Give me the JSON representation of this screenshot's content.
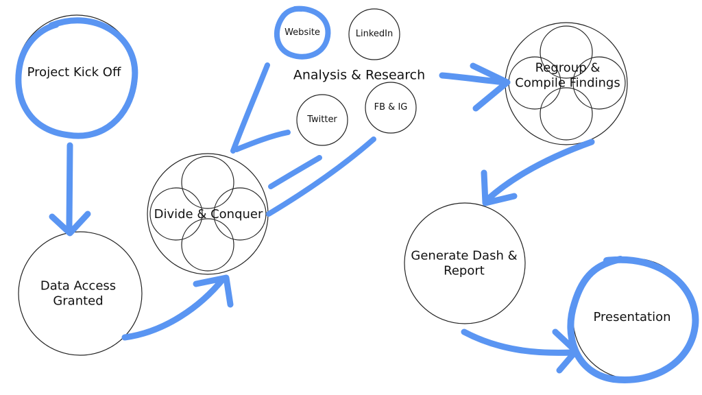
{
  "diagram": {
    "project_kick_off": "Project Kick Off",
    "data_access_granted": "Data Access\nGranted",
    "divide_and_conquer": "Divide & Conquer",
    "analysis_research": "Analysis & Research",
    "website": "Website",
    "linkedin": "LinkedIn",
    "twitter": "Twitter",
    "fb_ig": "FB & IG",
    "regroup": "Regroup &\nCompile Findings",
    "generate_dash": "Generate Dash &\nReport",
    "presentation": "Presentation"
  },
  "colors": {
    "stroke_blue": "#5a95f2",
    "outline": "#222222"
  }
}
